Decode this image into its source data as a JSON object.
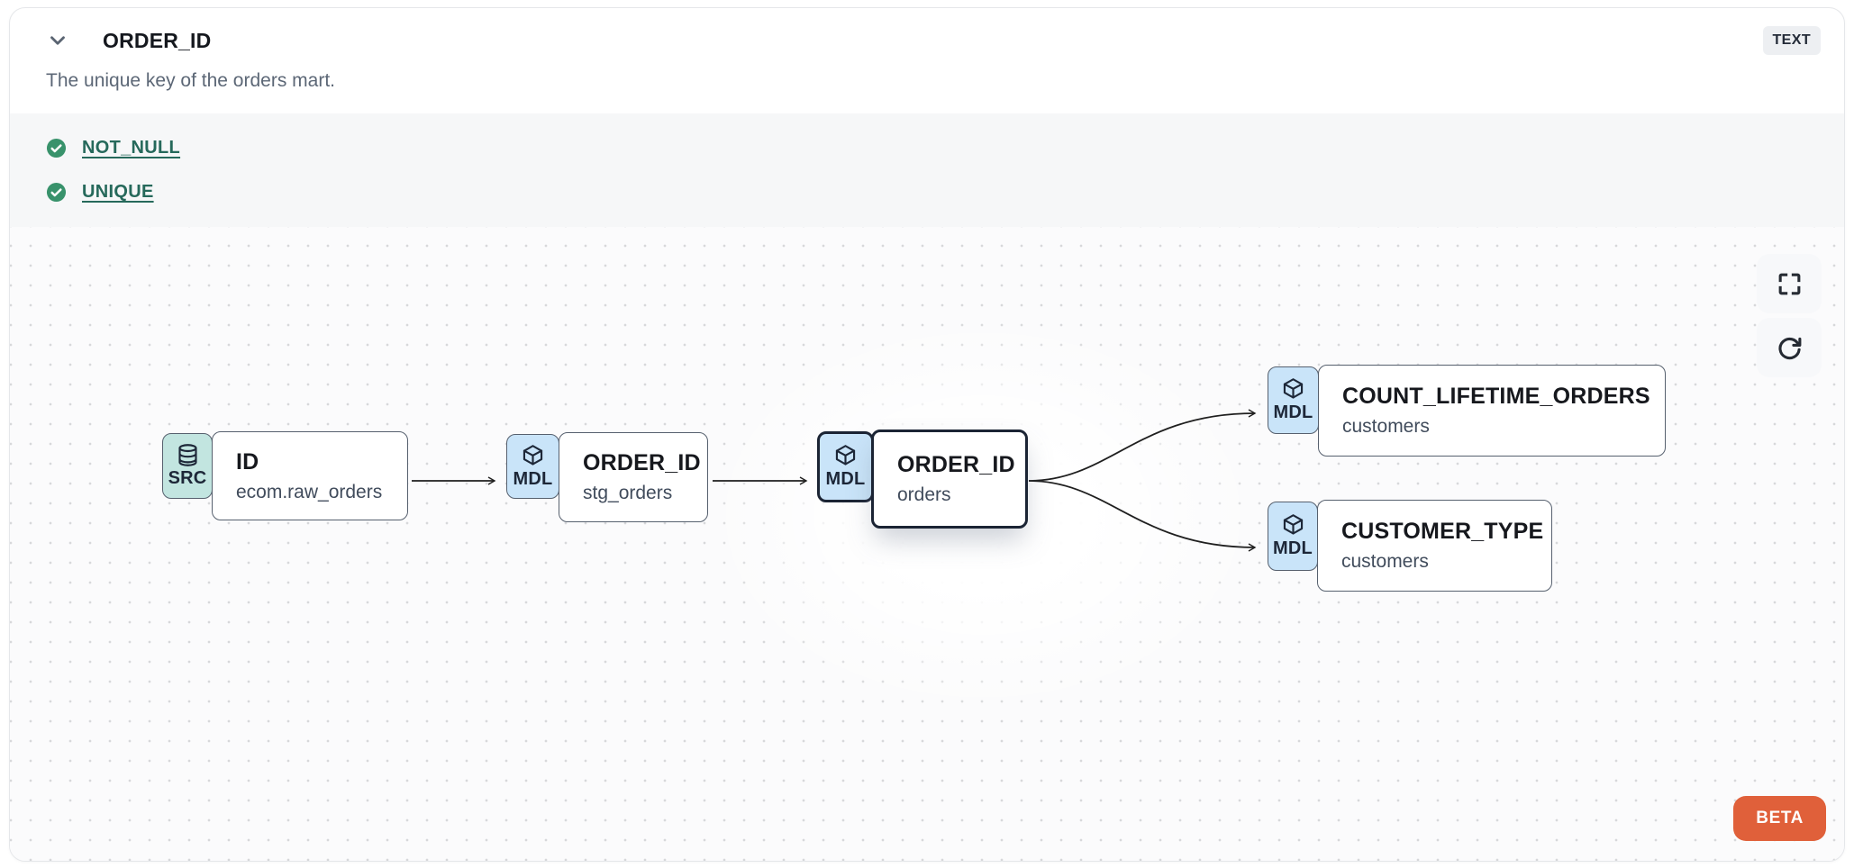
{
  "column": {
    "title": "ORDER_ID",
    "data_type": "TEXT",
    "description": "The unique key of the orders mart."
  },
  "tests": [
    {
      "label": "NOT_NULL",
      "status": "pass"
    },
    {
      "label": "UNIQUE",
      "status": "pass"
    }
  ],
  "lineage": {
    "beta_label": "BETA",
    "controls": [
      {
        "name": "fullscreen"
      },
      {
        "name": "refresh"
      }
    ],
    "nodes": [
      {
        "type_label": "SRC",
        "icon": "database",
        "title": "ID",
        "subtitle": "ecom.raw_orders",
        "selected": false
      },
      {
        "type_label": "MDL",
        "icon": "cube",
        "title": "ORDER_ID",
        "subtitle": "stg_orders",
        "selected": false
      },
      {
        "type_label": "MDL",
        "icon": "cube",
        "title": "ORDER_ID",
        "subtitle": "orders",
        "selected": true
      },
      {
        "type_label": "MDL",
        "icon": "cube",
        "title": "COUNT_LIFETIME_ORDERS",
        "subtitle": "customers",
        "selected": false
      },
      {
        "type_label": "MDL",
        "icon": "cube",
        "title": "CUSTOMER_TYPE",
        "subtitle": "customers",
        "selected": false
      }
    ],
    "edges": [
      {
        "from": "ID (ecom.raw_orders)",
        "to": "ORDER_ID (stg_orders)"
      },
      {
        "from": "ORDER_ID (stg_orders)",
        "to": "ORDER_ID (orders)"
      },
      {
        "from": "ORDER_ID (orders)",
        "to": "COUNT_LIFETIME_ORDERS (customers)"
      },
      {
        "from": "ORDER_ID (orders)",
        "to": "CUSTOMER_TYPE (customers)"
      }
    ]
  },
  "colors": {
    "beta_orange": "#E0603A",
    "badge_src_bg": "#C2E5E0",
    "badge_mdl_bg": "#C9E4F9",
    "test_pass_green": "#38926B",
    "test_link_teal": "#26695B",
    "selected_border": "#1B2434",
    "edge": "#1F1F1F"
  }
}
